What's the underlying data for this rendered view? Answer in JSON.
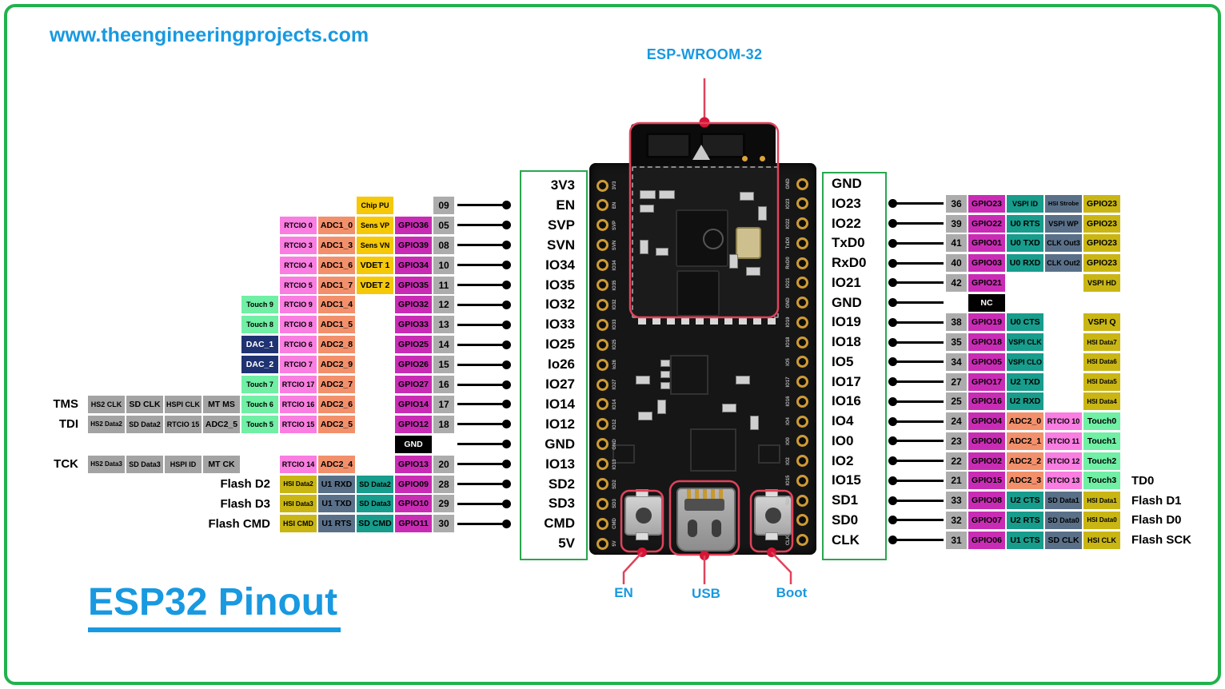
{
  "site": "www.theengineeringprojects.com",
  "title": "ESP32 Pinout",
  "chip_label": "ESP-WROOM-32",
  "board_callouts": {
    "en": "EN",
    "usb": "USB",
    "boot": "Boot"
  },
  "colors": {
    "pink": "#FA7DE1",
    "salmon": "#F2906B",
    "yellow": "#F5C808",
    "magenta": "#C92CB4",
    "green": "#70EFA5",
    "navy": "#1F3272",
    "gray": "#A3A3A3",
    "num": "#ACACAC",
    "olive": "#C9B614",
    "teal": "#189C8C",
    "slate": "#5A7089",
    "black": "#000000",
    "accent_blue": "#1899E0",
    "callout_red": "#E0435A",
    "frame_green": "#22B24C"
  },
  "left_pins": [
    {
      "pin": "3V3",
      "line": false,
      "cells": []
    },
    {
      "pin": "EN",
      "line": true,
      "cells": [
        {
          "t": "Chip PU",
          "c": "yellow"
        },
        {
          "c": "sp"
        },
        {
          "t": "09",
          "c": "num"
        }
      ]
    },
    {
      "pin": "SVP",
      "line": true,
      "cells": [
        {
          "t": "RTCIO 0",
          "c": "pink"
        },
        {
          "t": "ADC1_0",
          "c": "salmon"
        },
        {
          "t": "Sens VP",
          "c": "yellow"
        },
        {
          "t": "GPIO36",
          "c": "magenta"
        },
        {
          "t": "05",
          "c": "num"
        }
      ]
    },
    {
      "pin": "SVN",
      "line": true,
      "cells": [
        {
          "t": "RTCIO 3",
          "c": "pink"
        },
        {
          "t": "ADC1_3",
          "c": "salmon"
        },
        {
          "t": "Sens VN",
          "c": "yellow"
        },
        {
          "t": "GPIO39",
          "c": "magenta"
        },
        {
          "t": "08",
          "c": "num"
        }
      ]
    },
    {
      "pin": "IO34",
      "line": true,
      "cells": [
        {
          "t": "RTCIO 4",
          "c": "pink"
        },
        {
          "t": "ADC1_6",
          "c": "salmon"
        },
        {
          "t": "VDET 1",
          "c": "yellow"
        },
        {
          "t": "GPIO34",
          "c": "magenta"
        },
        {
          "t": "10",
          "c": "num"
        }
      ]
    },
    {
      "pin": "IO35",
      "line": true,
      "cells": [
        {
          "t": "RTCIO 5",
          "c": "pink"
        },
        {
          "t": "ADC1_7",
          "c": "salmon"
        },
        {
          "t": "VDET 2",
          "c": "yellow"
        },
        {
          "t": "GPIO35",
          "c": "magenta"
        },
        {
          "t": "11",
          "c": "num"
        }
      ]
    },
    {
      "pin": "IO32",
      "line": true,
      "cells": [
        {
          "t": "Touch 9",
          "c": "green"
        },
        {
          "t": "RTCIO 9",
          "c": "pink"
        },
        {
          "t": "ADC1_4",
          "c": "salmon"
        },
        {
          "c": "sp"
        },
        {
          "t": "GPIO32",
          "c": "magenta"
        },
        {
          "t": "12",
          "c": "num"
        }
      ]
    },
    {
      "pin": "IO33",
      "line": true,
      "cells": [
        {
          "t": "Touch 8",
          "c": "green"
        },
        {
          "t": "RTCIO 8",
          "c": "pink"
        },
        {
          "t": "ADC1_5",
          "c": "salmon"
        },
        {
          "c": "sp"
        },
        {
          "t": "GPIO33",
          "c": "magenta"
        },
        {
          "t": "13",
          "c": "num"
        }
      ]
    },
    {
      "pin": "IO25",
      "line": true,
      "cells": [
        {
          "t": "DAC_1",
          "c": "navy"
        },
        {
          "t": "RTCIO 6",
          "c": "pink"
        },
        {
          "t": "ADC2_8",
          "c": "salmon"
        },
        {
          "c": "sp"
        },
        {
          "t": "GPIO25",
          "c": "magenta"
        },
        {
          "t": "14",
          "c": "num"
        }
      ]
    },
    {
      "pin": "Io26",
      "line": true,
      "cells": [
        {
          "t": "DAC_2",
          "c": "navy"
        },
        {
          "t": "RTCIO 7",
          "c": "pink"
        },
        {
          "t": "ADC2_9",
          "c": "salmon"
        },
        {
          "c": "sp"
        },
        {
          "t": "GPIO26",
          "c": "magenta"
        },
        {
          "t": "15",
          "c": "num"
        }
      ]
    },
    {
      "pin": "IO27",
      "line": true,
      "cells": [
        {
          "t": "Touch 7",
          "c": "green"
        },
        {
          "t": "RTCIO 17",
          "c": "pink"
        },
        {
          "t": "ADC2_7",
          "c": "salmon"
        },
        {
          "c": "sp"
        },
        {
          "t": "GPIO27",
          "c": "magenta"
        },
        {
          "t": "16",
          "c": "num"
        }
      ]
    },
    {
      "pin": "IO14",
      "line": true,
      "cells": [
        {
          "t": "TMS",
          "c": "lbl"
        },
        {
          "t": "HS2 CLK",
          "c": "gray"
        },
        {
          "t": "SD CLK",
          "c": "gray"
        },
        {
          "t": "HSPI CLK",
          "c": "gray"
        },
        {
          "t": "MT MS",
          "c": "gray"
        },
        {
          "t": "Touch 6",
          "c": "green"
        },
        {
          "t": "RTCIO 16",
          "c": "pink"
        },
        {
          "t": "ADC2_6",
          "c": "salmon"
        },
        {
          "c": "sp"
        },
        {
          "t": "GPIO14",
          "c": "magenta"
        },
        {
          "t": "17",
          "c": "num"
        }
      ]
    },
    {
      "pin": "IO12",
      "line": true,
      "cells": [
        {
          "t": "TDI",
          "c": "lbl"
        },
        {
          "t": "HS2 Data2",
          "c": "gray"
        },
        {
          "t": "SD Data2",
          "c": "gray"
        },
        {
          "t": "RTCIO 15",
          "c": "gray"
        },
        {
          "t": "ADC2_5",
          "c": "gray"
        },
        {
          "t": "Touch 5",
          "c": "green"
        },
        {
          "t": "RTCIO 15",
          "c": "pink"
        },
        {
          "t": "ADC2_5",
          "c": "salmon"
        },
        {
          "c": "sp"
        },
        {
          "t": "GPIO12",
          "c": "magenta"
        },
        {
          "t": "18",
          "c": "num"
        }
      ]
    },
    {
      "pin": "GND",
      "line": true,
      "cells": [
        {
          "t": "GND",
          "c": "black"
        },
        {
          "c": "spn"
        }
      ]
    },
    {
      "pin": "IO13",
      "line": true,
      "cells": [
        {
          "t": "TCK",
          "c": "lbl"
        },
        {
          "t": "HS2 Data3",
          "c": "gray"
        },
        {
          "t": "SD Data3",
          "c": "gray"
        },
        {
          "t": "HSPI ID",
          "c": "gray"
        },
        {
          "t": "MT CK",
          "c": "gray"
        },
        {
          "c": "sp"
        },
        {
          "t": "RTCIO 14",
          "c": "pink"
        },
        {
          "t": "ADC2_4",
          "c": "salmon"
        },
        {
          "c": "sp"
        },
        {
          "t": "GPIO13",
          "c": "magenta"
        },
        {
          "t": "20",
          "c": "num"
        }
      ]
    },
    {
      "pin": "SD2",
      "line": true,
      "cells": [
        {
          "t": "Flash D2",
          "c": "lbl"
        },
        {
          "t": "HSI Data2",
          "c": "olive"
        },
        {
          "t": "U1 RXD",
          "c": "slate"
        },
        {
          "t": "SD Data2",
          "c": "teal"
        },
        {
          "t": "GPIO09",
          "c": "magenta"
        },
        {
          "t": "28",
          "c": "num"
        }
      ]
    },
    {
      "pin": "SD3",
      "line": true,
      "cells": [
        {
          "t": "Flash D3",
          "c": "lbl"
        },
        {
          "t": "HSI Data3",
          "c": "olive"
        },
        {
          "t": "U1 TXD",
          "c": "slate"
        },
        {
          "t": "SD Data3",
          "c": "teal"
        },
        {
          "t": "GPIO10",
          "c": "magenta"
        },
        {
          "t": "29",
          "c": "num"
        }
      ]
    },
    {
      "pin": "CMD",
      "line": true,
      "cells": [
        {
          "t": "Flash CMD",
          "c": "lbl"
        },
        {
          "t": "HSI CMD",
          "c": "olive"
        },
        {
          "t": "U1 RTS",
          "c": "slate"
        },
        {
          "t": "SD CMD",
          "c": "teal"
        },
        {
          "t": "GPIO11",
          "c": "magenta"
        },
        {
          "t": "30",
          "c": "num"
        }
      ]
    },
    {
      "pin": "5V",
      "line": false,
      "cells": []
    }
  ],
  "right_pins": [
    {
      "pin": "GND",
      "line": false,
      "cells": []
    },
    {
      "pin": "IO23",
      "line": true,
      "cells": [
        {
          "t": "36",
          "c": "num"
        },
        {
          "t": "GPIO23",
          "c": "magenta"
        },
        {
          "t": "VSPI ID",
          "c": "teal"
        },
        {
          "t": "HSI Strobe",
          "c": "slate"
        },
        {
          "t": "GPIO23",
          "c": "olive"
        }
      ]
    },
    {
      "pin": "IO22",
      "line": true,
      "cells": [
        {
          "t": "39",
          "c": "num"
        },
        {
          "t": "GPIO22",
          "c": "magenta"
        },
        {
          "t": "U0 RTS",
          "c": "teal"
        },
        {
          "t": "VSPI WP",
          "c": "slate"
        },
        {
          "t": "GPIO23",
          "c": "olive"
        }
      ]
    },
    {
      "pin": "TxD0",
      "line": true,
      "cells": [
        {
          "t": "41",
          "c": "num"
        },
        {
          "t": "GPIO01",
          "c": "magenta"
        },
        {
          "t": "U0 TXD",
          "c": "teal"
        },
        {
          "t": "CLK Out3",
          "c": "slate"
        },
        {
          "t": "GPIO23",
          "c": "olive"
        }
      ]
    },
    {
      "pin": "RxD0",
      "line": true,
      "cells": [
        {
          "t": "40",
          "c": "num"
        },
        {
          "t": "GPIO03",
          "c": "magenta"
        },
        {
          "t": "U0 RXD",
          "c": "teal"
        },
        {
          "t": "CLK Out2",
          "c": "slate"
        },
        {
          "t": "GPIO23",
          "c": "olive"
        }
      ]
    },
    {
      "pin": "IO21",
      "line": true,
      "cells": [
        {
          "t": "42",
          "c": "num"
        },
        {
          "t": "GPIO21",
          "c": "magenta"
        },
        {
          "c": "sp"
        },
        {
          "c": "sp"
        },
        {
          "t": "VSPI HD",
          "c": "olive"
        }
      ]
    },
    {
      "pin": "GND",
      "line": true,
      "cells": [
        {
          "c": "spn"
        },
        {
          "t": "NC",
          "c": "black"
        }
      ]
    },
    {
      "pin": "IO19",
      "line": true,
      "cells": [
        {
          "t": "38",
          "c": "num"
        },
        {
          "t": "GPIO19",
          "c": "magenta"
        },
        {
          "t": "U0 CTS",
          "c": "teal"
        },
        {
          "c": "sp"
        },
        {
          "t": "VSPI Q",
          "c": "olive"
        }
      ]
    },
    {
      "pin": "IO18",
      "line": true,
      "cells": [
        {
          "t": "35",
          "c": "num"
        },
        {
          "t": "GPIO18",
          "c": "magenta"
        },
        {
          "t": "VSPI CLK",
          "c": "teal"
        },
        {
          "c": "sp"
        },
        {
          "t": "HSI Data7",
          "c": "olive"
        }
      ]
    },
    {
      "pin": "IO5",
      "line": true,
      "cells": [
        {
          "t": "34",
          "c": "num"
        },
        {
          "t": "GPIO05",
          "c": "magenta"
        },
        {
          "t": "VSPI CLO",
          "c": "teal"
        },
        {
          "c": "sp"
        },
        {
          "t": "HSI Data6",
          "c": "olive"
        }
      ]
    },
    {
      "pin": "IO17",
      "line": true,
      "cells": [
        {
          "t": "27",
          "c": "num"
        },
        {
          "t": "GPIO17",
          "c": "magenta"
        },
        {
          "t": "U2 TXD",
          "c": "teal"
        },
        {
          "c": "sp"
        },
        {
          "t": "HSI Data5",
          "c": "olive"
        }
      ]
    },
    {
      "pin": "IO16",
      "line": true,
      "cells": [
        {
          "t": "25",
          "c": "num"
        },
        {
          "t": "GPIO16",
          "c": "magenta"
        },
        {
          "t": "U2 RXD",
          "c": "teal"
        },
        {
          "c": "sp"
        },
        {
          "t": "HSI Data4",
          "c": "olive"
        }
      ]
    },
    {
      "pin": "IO4",
      "line": true,
      "cells": [
        {
          "t": "24",
          "c": "num"
        },
        {
          "t": "GPIO04",
          "c": "magenta"
        },
        {
          "t": "ADC2_0",
          "c": "salmon"
        },
        {
          "t": "RTCIO 10",
          "c": "pink"
        },
        {
          "t": "Touch0",
          "c": "green"
        }
      ]
    },
    {
      "pin": "IO0",
      "line": true,
      "cells": [
        {
          "t": "23",
          "c": "num"
        },
        {
          "t": "GPIO00",
          "c": "magenta"
        },
        {
          "t": "ADC2_1",
          "c": "salmon"
        },
        {
          "t": "RTCIO 11",
          "c": "pink"
        },
        {
          "t": "Touch1",
          "c": "green"
        }
      ]
    },
    {
      "pin": "IO2",
      "line": true,
      "cells": [
        {
          "t": "22",
          "c": "num"
        },
        {
          "t": "GPIO02",
          "c": "magenta"
        },
        {
          "t": "ADC2_2",
          "c": "salmon"
        },
        {
          "t": "RTCIO 12",
          "c": "pink"
        },
        {
          "t": "Touch2",
          "c": "green"
        }
      ]
    },
    {
      "pin": "IO15",
      "line": true,
      "cells": [
        {
          "t": "21",
          "c": "num"
        },
        {
          "t": "GPIO15",
          "c": "magenta"
        },
        {
          "t": "ADC2_3",
          "c": "salmon"
        },
        {
          "t": "RTCIO 13",
          "c": "pink"
        },
        {
          "t": "Touch3",
          "c": "green"
        },
        {
          "t": "TD0",
          "c": "lbl"
        }
      ]
    },
    {
      "pin": "SD1",
      "line": true,
      "cells": [
        {
          "t": "33",
          "c": "num"
        },
        {
          "t": "GPIO08",
          "c": "magenta"
        },
        {
          "t": "U2 CTS",
          "c": "teal"
        },
        {
          "t": "SD Data1",
          "c": "slate"
        },
        {
          "t": "HSI Data1",
          "c": "olive"
        },
        {
          "t": "Flash D1",
          "c": "lbl"
        }
      ]
    },
    {
      "pin": "SD0",
      "line": true,
      "cells": [
        {
          "t": "32",
          "c": "num"
        },
        {
          "t": "GPIO07",
          "c": "magenta"
        },
        {
          "t": "U2 RTS",
          "c": "teal"
        },
        {
          "t": "SD Data0",
          "c": "slate"
        },
        {
          "t": "HSI Data0",
          "c": "olive"
        },
        {
          "t": "Flash D0",
          "c": "lbl"
        }
      ]
    },
    {
      "pin": "CLK",
      "line": true,
      "cells": [
        {
          "t": "31",
          "c": "num"
        },
        {
          "t": "GPIO06",
          "c": "magenta"
        },
        {
          "t": "U1 CTS",
          "c": "teal"
        },
        {
          "t": "SD CLK",
          "c": "slate"
        },
        {
          "t": "HSI CLK",
          "c": "olive"
        },
        {
          "t": "Flash SCK",
          "c": "lbl"
        }
      ]
    }
  ]
}
